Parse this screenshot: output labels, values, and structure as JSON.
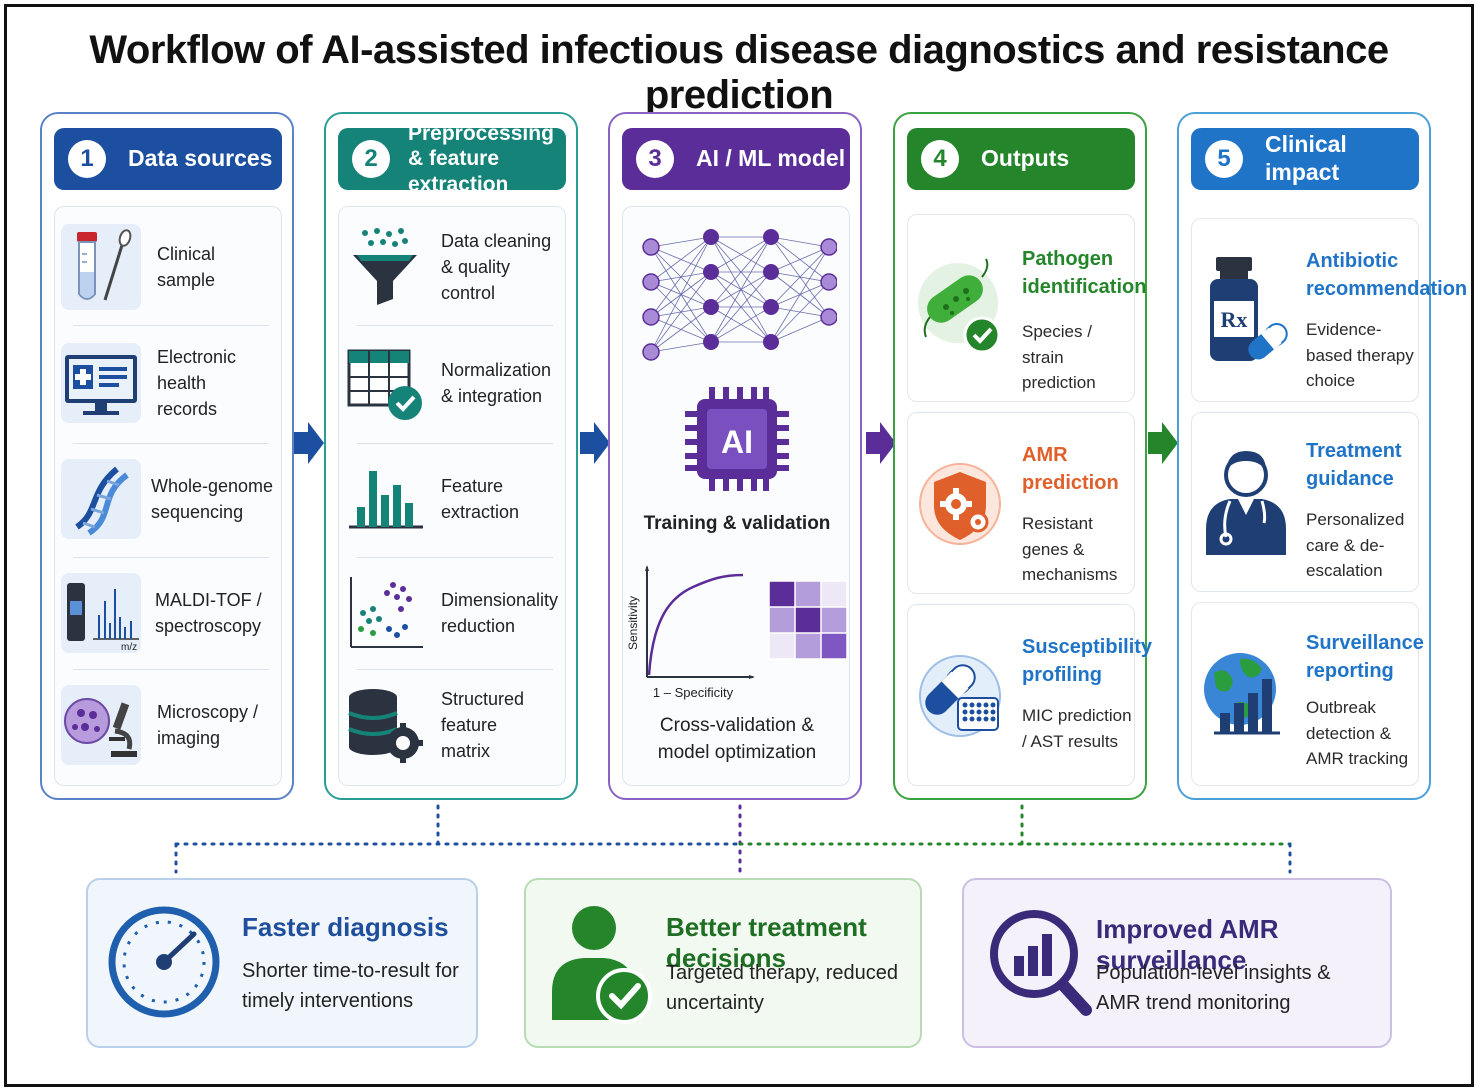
{
  "title": "Workflow of AI-assisted infectious disease diagnostics and resistance prediction",
  "columns": [
    {
      "number": "1",
      "label": "Data sources",
      "items": [
        "Clinical sample",
        "Electronic health records",
        "Whole-genome sequencing",
        "MALDI-TOF / spectroscopy",
        "Microscopy / imaging"
      ]
    },
    {
      "number": "2",
      "label": "Preprocessing & feature extraction",
      "items": [
        "Data cleaning & quality control",
        "Normalization & integration",
        "Feature extraction",
        "Dimensionality reduction",
        "Structured feature matrix"
      ]
    },
    {
      "number": "3",
      "label": "AI / ML model",
      "chip_label": "AI",
      "training": "Training & validation",
      "roc_ylabel": "Sensitivity",
      "roc_xlabel": "1 – Specificity",
      "cv": "Cross-validation & model optimization"
    },
    {
      "number": "4",
      "label": "Outputs",
      "cards": [
        {
          "title": "Pathogen identification",
          "sub": "Species / strain prediction"
        },
        {
          "title": "AMR prediction",
          "sub": "Resistant genes & mechanisms"
        },
        {
          "title": "Susceptibility profiling",
          "sub": "MIC prediction / AST results"
        }
      ]
    },
    {
      "number": "5",
      "label": "Clinical impact",
      "cards": [
        {
          "title": "Antibiotic recommendation",
          "sub": "Evidence-based therapy choice"
        },
        {
          "title": "Treatment guidance",
          "sub": "Personalized care & de-escalation"
        },
        {
          "title": "Surveillance reporting",
          "sub": "Outbreak detection & AMR tracking"
        }
      ]
    }
  ],
  "misc": {
    "mz_label": "m/z",
    "rx_label": "Rx"
  },
  "bottom": [
    {
      "title": "Faster diagnosis",
      "sub": "Shorter time-to-result for timely interventions"
    },
    {
      "title": "Better treatment decisions",
      "sub": "Targeted therapy, reduced uncertainty"
    },
    {
      "title": "Improved AMR surveillance",
      "sub": "Population-level insights & AMR trend monitoring"
    }
  ],
  "colors": {
    "blue": "#1d4fa0",
    "teal": "#168378",
    "purple": "#5b2d99",
    "green": "#24852b",
    "sky": "#1f74c8",
    "orange": "#e0602b"
  }
}
